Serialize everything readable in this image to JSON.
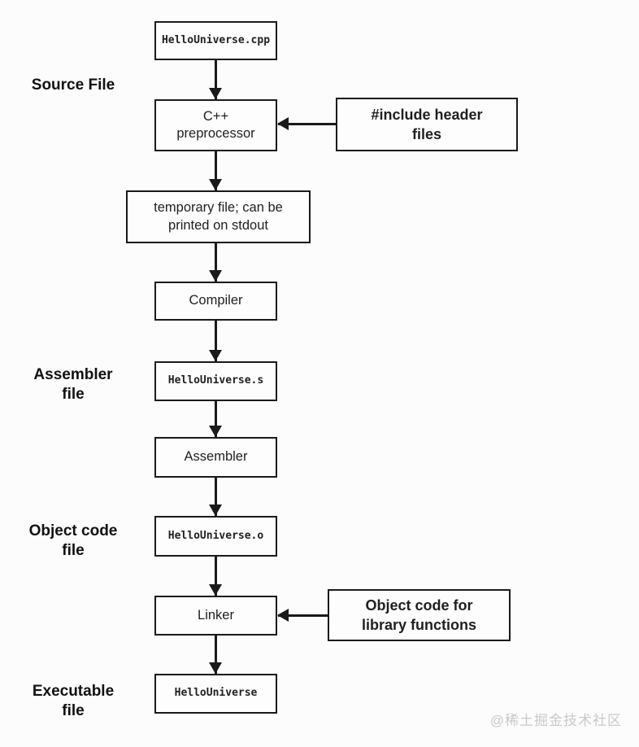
{
  "diagram": {
    "nodes": {
      "source_file": {
        "label": "HelloUniverse.cpp"
      },
      "preprocessor": {
        "label": "C++\npreprocessor"
      },
      "include_headers": {
        "label": "#include header\nfiles"
      },
      "temp_file": {
        "label": "temporary file; can be\nprinted on stdout"
      },
      "compiler": {
        "label": "Compiler"
      },
      "assembler_file": {
        "label": "HelloUniverse.s"
      },
      "assembler": {
        "label": "Assembler"
      },
      "object_file": {
        "label": "HelloUniverse.o"
      },
      "linker": {
        "label": "Linker"
      },
      "object_code_lib": {
        "label": "Object code for\nlibrary functions"
      },
      "executable": {
        "label": "HelloUniverse"
      }
    },
    "side_labels": {
      "source": "Source File",
      "assembler": "Assembler\nfile",
      "object_code": "Object code\nfile",
      "executable": "Executable\nfile"
    }
  },
  "watermark": "@稀土掘金技术社区",
  "colors": {
    "line": "#1a1a1a",
    "background": "#fcfcfc",
    "watermark": "#c9c9c9"
  }
}
